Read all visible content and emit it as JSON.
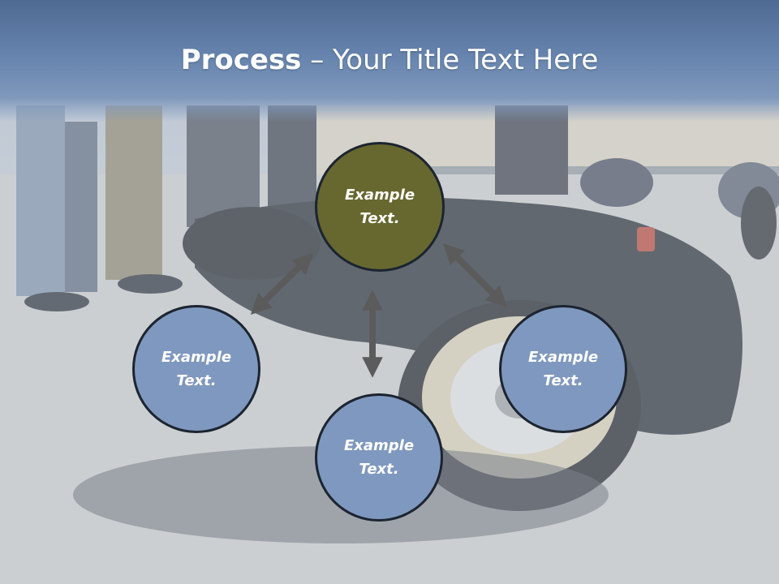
{
  "title": {
    "bold": "Process",
    "rest": " – Your Title Text Here"
  },
  "nodes": [
    {
      "id": "top",
      "line1": "Example",
      "line2": "Text."
    },
    {
      "id": "left",
      "line1": "Example",
      "line2": "Text."
    },
    {
      "id": "bottom",
      "line1": "Example",
      "line2": "Text."
    },
    {
      "id": "right",
      "line1": "Example",
      "line2": "Text."
    }
  ],
  "colors": {
    "title_band": "#5f7ca5",
    "center_node": "#666830",
    "outer_node": "#7f98bf",
    "node_border": "#1c2430",
    "arrow": "#5b5b5b",
    "text": "#ffffff"
  }
}
